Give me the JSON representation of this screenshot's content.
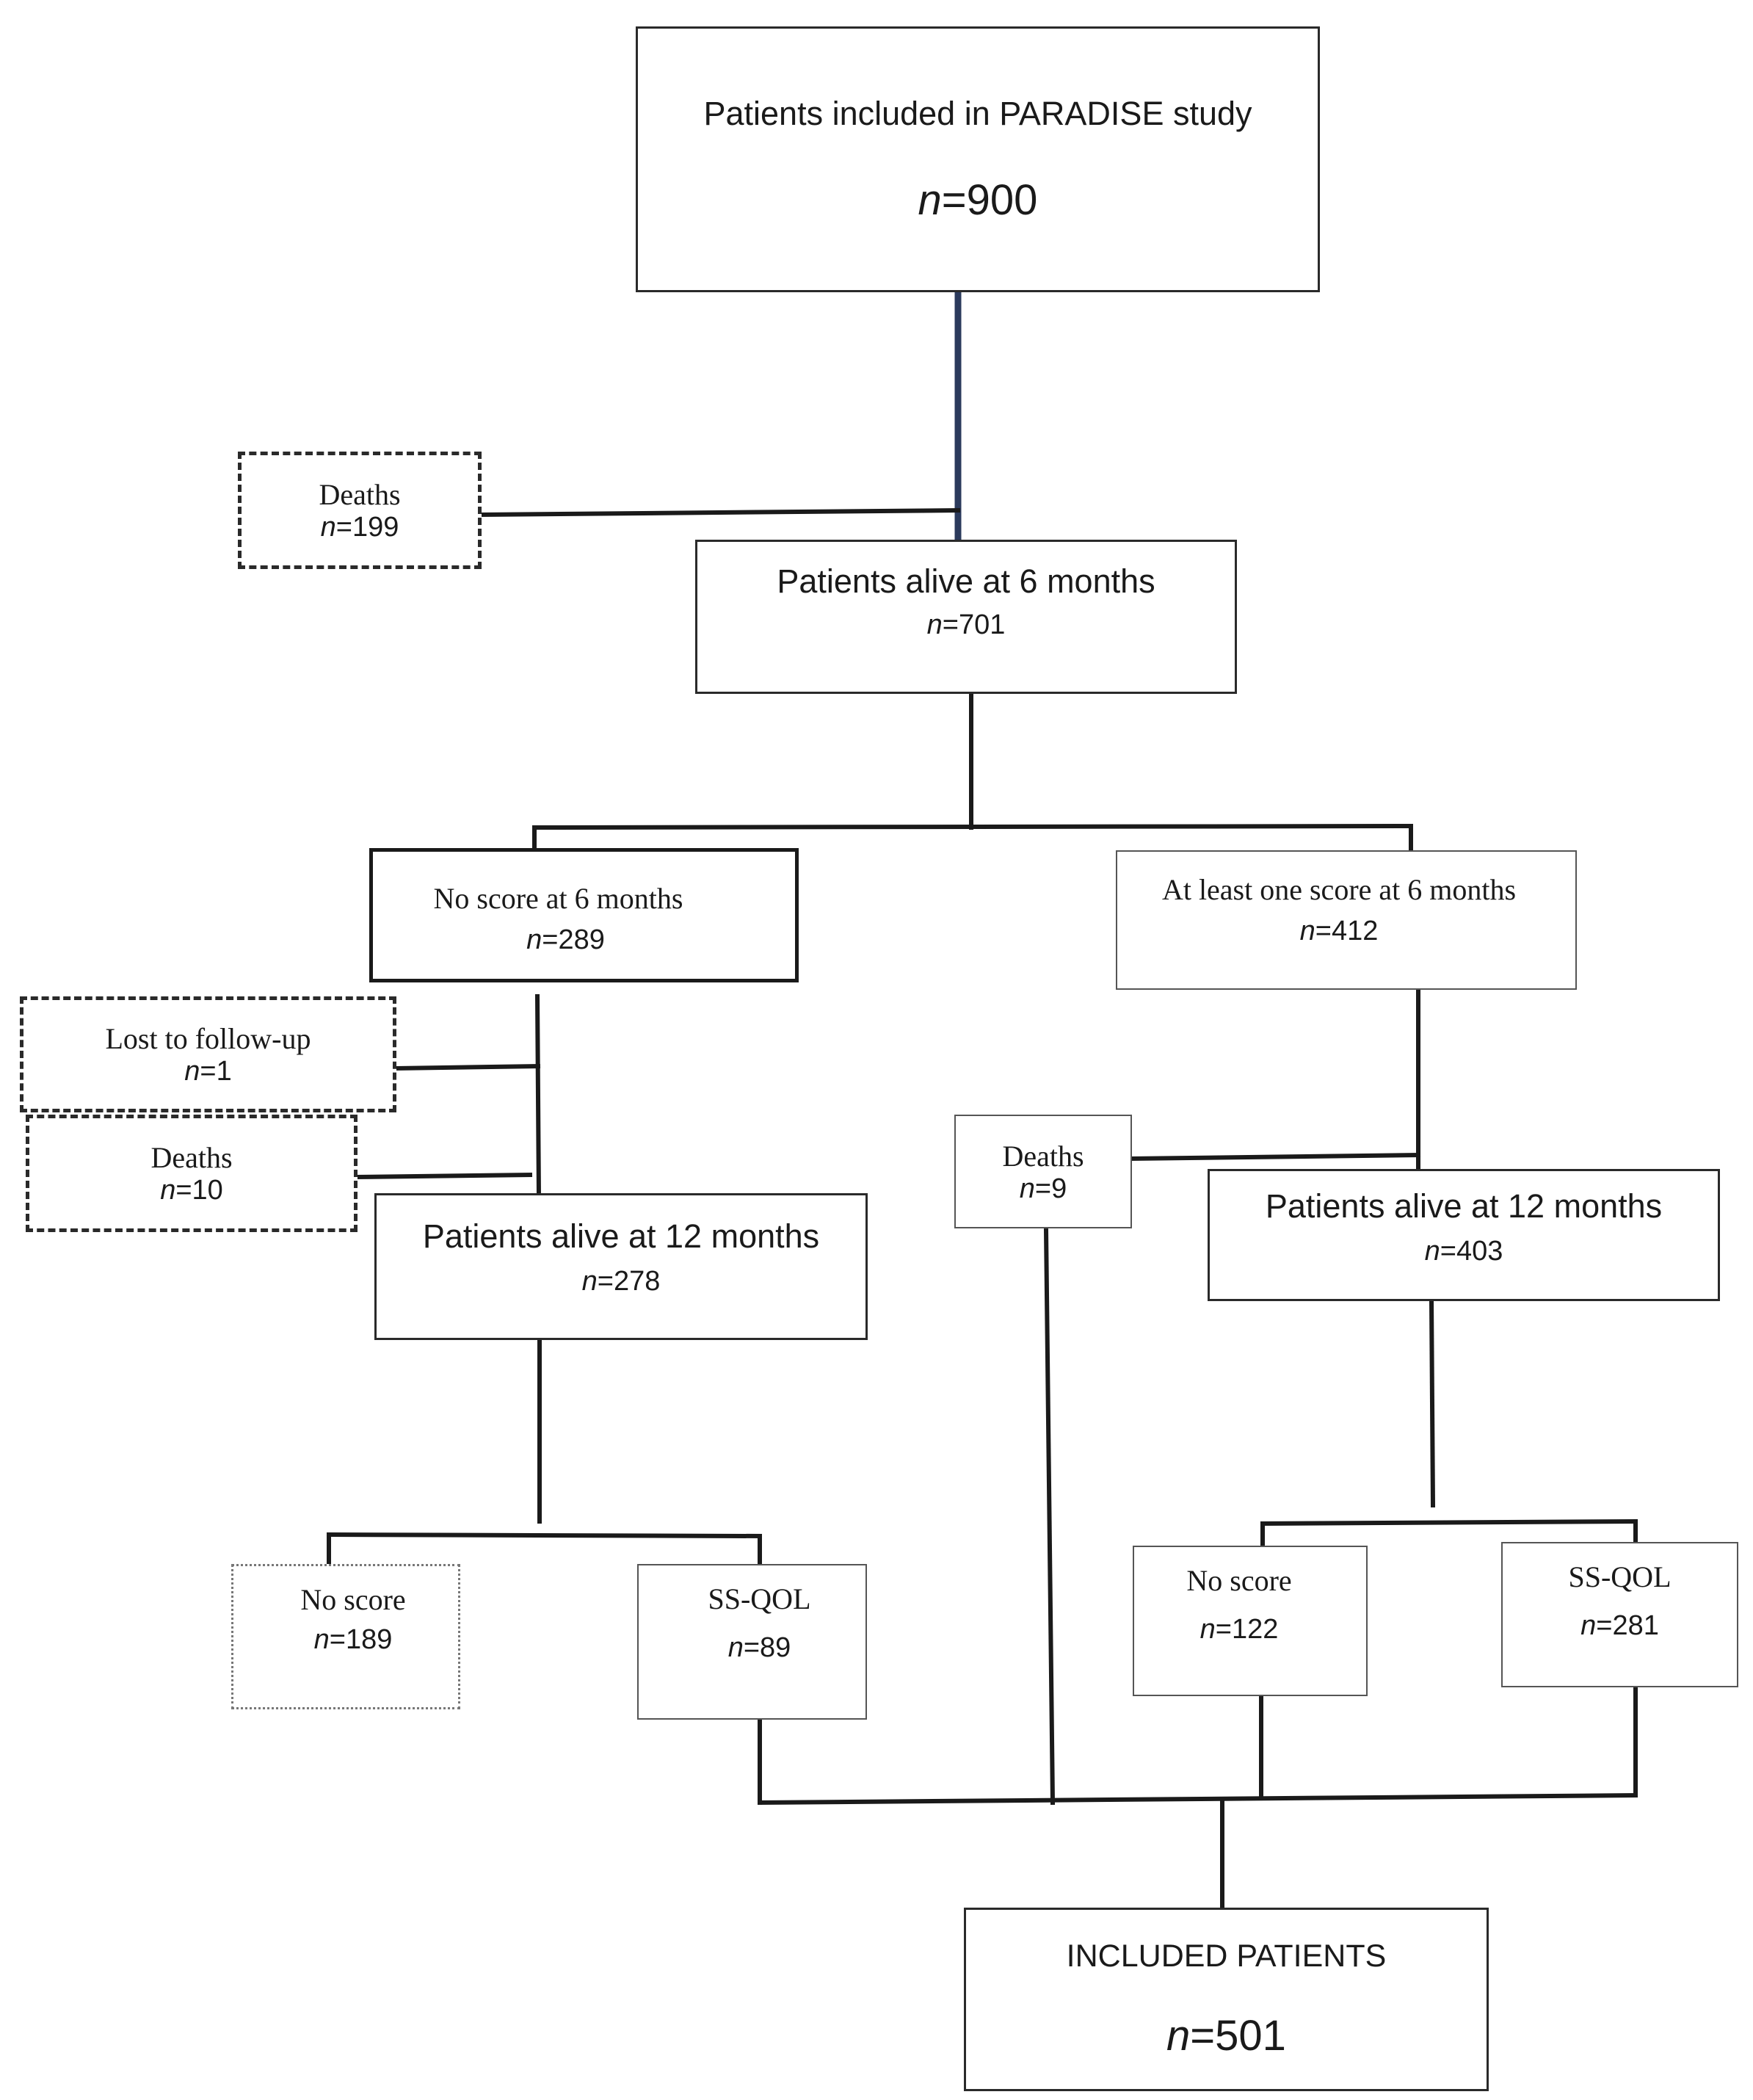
{
  "top": {
    "label": "Patients included in PARADISE study",
    "n_prefix": "n",
    "n_value": "=900"
  },
  "deaths_6m": {
    "label": "Deaths",
    "n_prefix": "n",
    "n_value": "=199"
  },
  "alive_6m": {
    "label": "Patients alive at 6 months",
    "n_prefix": "n",
    "n_value": "=701"
  },
  "no_score_6m": {
    "label": "No score at 6 months",
    "n_prefix": "n",
    "n_value": "=289"
  },
  "score_6m": {
    "label": "At least one score at 6 months",
    "n_prefix": "n",
    "n_value": "=412"
  },
  "lost_followup": {
    "label": "Lost to follow-up",
    "n_prefix": "n",
    "n_value": "=1"
  },
  "deaths_left_12m": {
    "label": "Deaths",
    "n_prefix": "n",
    "n_value": "=10"
  },
  "deaths_right_12m": {
    "label": "Deaths",
    "n_prefix": "n",
    "n_value": "=9"
  },
  "alive_12m_left": {
    "label": "Patients alive at 12 months",
    "n_prefix": "n",
    "n_value": "=278"
  },
  "alive_12m_right": {
    "label": "Patients alive at 12 months",
    "n_prefix": "n",
    "n_value": "=403"
  },
  "left_no_score": {
    "label": "No score",
    "n_prefix": "n",
    "n_value": "=189"
  },
  "left_ssqol": {
    "label": "SS-QOL",
    "n_prefix": "n",
    "n_value": "=89"
  },
  "right_no_score": {
    "label": "No score",
    "n_prefix": "n",
    "n_value": "=122"
  },
  "right_ssqol": {
    "label": "SS-QOL",
    "n_prefix": "n",
    "n_value": "=281"
  },
  "included": {
    "label": "INCLUDED PATIENTS",
    "n_prefix": "n",
    "n_value": "=501"
  },
  "colors": {
    "line": "#1a1a1a",
    "trunk": "#2b3a5c",
    "box_border": "#2a2a2a"
  }
}
